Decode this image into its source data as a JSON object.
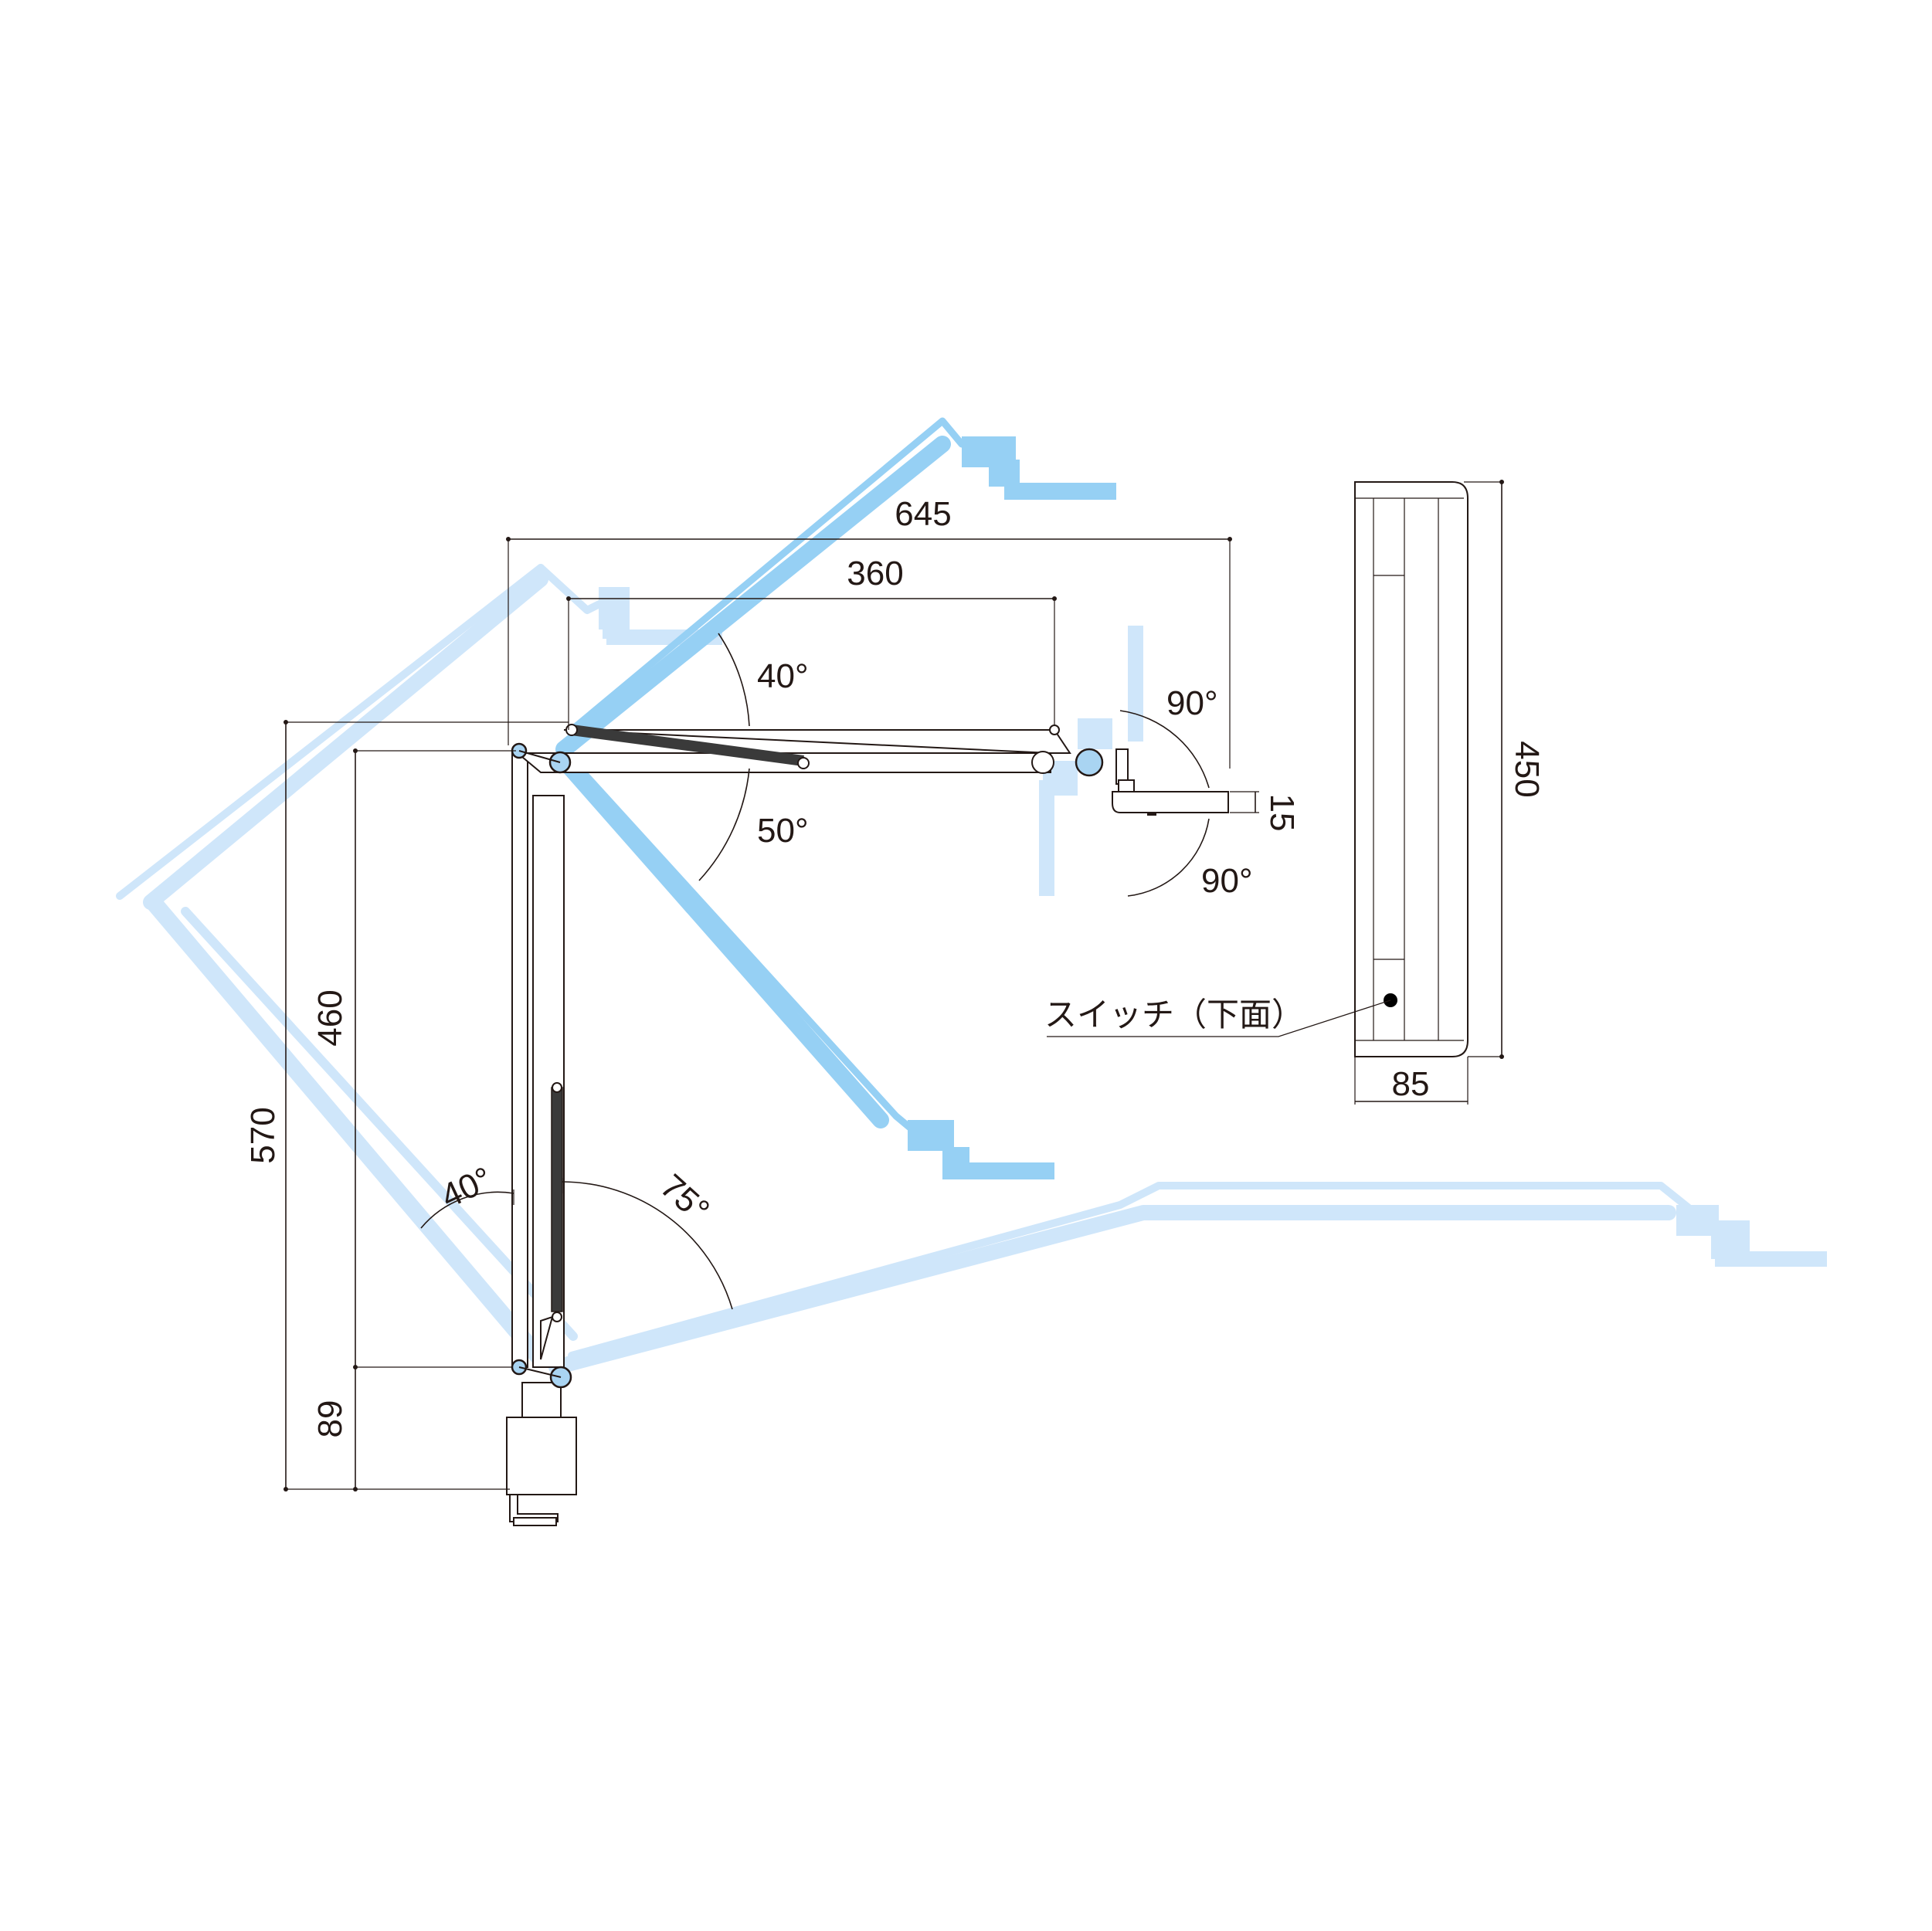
{
  "dimensions": {
    "reach_total": "645",
    "upper_arm": "360",
    "height_total": "570",
    "pole_height": "460",
    "base_height": "89",
    "head_thickness": "15",
    "head_length": "450",
    "head_width": "85"
  },
  "angles": {
    "upper_arm_up": "40°",
    "upper_arm_down": "50°",
    "head_up": "90°",
    "head_down": "90°",
    "pole_back": "40°",
    "pole_forward": "75°"
  },
  "labels": {
    "switch": "スイッチ（下面）"
  }
}
